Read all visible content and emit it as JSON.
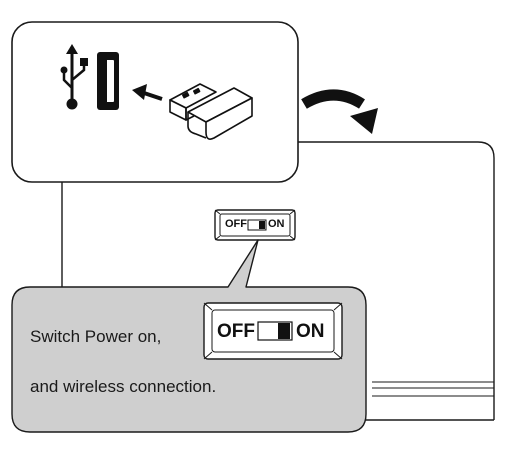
{
  "small_switch": {
    "off_label": "OFF",
    "on_label": "ON"
  },
  "callout": {
    "line1": "Switch Power on,",
    "line2": "and wireless connection.",
    "switch": {
      "off_label": "OFF",
      "on_label": "ON"
    }
  },
  "icons": [
    "usb-symbol-icon",
    "usb-port-icon",
    "insert-arrow-icon",
    "usb-dongle-icon",
    "curved-arrow-icon"
  ],
  "colors": {
    "callout_fill": "#cfcfcf",
    "outline": "#1a1a1a"
  }
}
